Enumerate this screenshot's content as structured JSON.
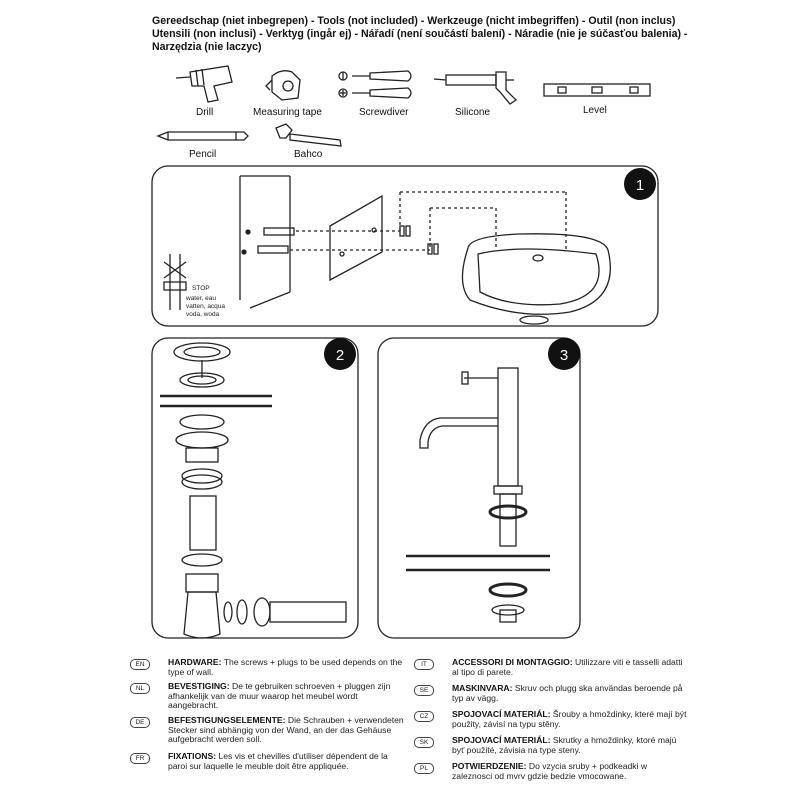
{
  "header": {
    "line1": "Gereedschap (niet inbegrepen) - Tools (not included) -  Werkzeuge (nicht imbegriffen) - Outil (non inclus)",
    "line2": "Utensili (non inclusi) - Verktyg (ingår ej) - Nářadí (není součástí balení) - Náradie (nie je súčasťou balenia) -",
    "line3": "Narzędzia (nie laczyc)"
  },
  "tools": [
    {
      "label": "Drill",
      "icon": "drill-icon"
    },
    {
      "label": "Measuring tape",
      "icon": "measuring-tape-icon"
    },
    {
      "label": "Screwdiver",
      "icon": "screwdriver-icon"
    },
    {
      "label": "Silicone",
      "icon": "silicone-gun-icon"
    },
    {
      "label": "Level",
      "icon": "level-icon"
    },
    {
      "label": "Pencil",
      "icon": "pencil-icon"
    },
    {
      "label": "Bahco",
      "icon": "wrench-icon"
    }
  ],
  "steps": {
    "one": "1",
    "two": "2",
    "three": "3"
  },
  "stop_note": {
    "stop": "STOP",
    "line1": "water, eau",
    "line2": "vatten, acqua",
    "line3": "voda, woda"
  },
  "legend": [
    {
      "code": "EN",
      "head": "HARDWARE:",
      "text": "The screws + plugs to be used depends on the type of wall."
    },
    {
      "code": "NL",
      "head": "BEVESTIGING:",
      "text": "De te gebruiken schroeven + pluggen zijn afhankelijk van de muur waarop het meubel wordt aangebracht."
    },
    {
      "code": "DE",
      "head": "BEFESTIGUNGSELEMENTE:",
      "text": "Die Schrauben + verwendeten Stecker sind abhängig von der Wand, an der das Gehäuse aufgebracht werden soll."
    },
    {
      "code": "FR",
      "head": "FIXATIONS:",
      "text": "Les vis et chevilles d'utiliser dépendent de la paroi sur laquelle le meuble doit être appliquée."
    },
    {
      "code": "IT",
      "head": "ACCESSORI DI MONTAGGIO:",
      "text": "Utilizzare viti e tasselli adatti al tipo di parete."
    },
    {
      "code": "SE",
      "head": "MASKINVARA:",
      "text": "Skruv och plugg ska användas beroende på typ av vägg."
    },
    {
      "code": "CZ",
      "head": "SPOJOVACÍ MATERIÁL:",
      "text": "Šrouby a hmoždinky, které mají být použity, závisí na typu stěny."
    },
    {
      "code": "SK",
      "head": "SPOJOVACÍ MATERIÁL:",
      "text": "Skrutky a hmoždinky, ktoré majú byť použité, závisia na type steny."
    },
    {
      "code": "PL",
      "head": "POTWIERDZENIE:",
      "text": "Do vzycia sruby + podkeadki w zaleznosci od mvrv gdzie bedzie vmocowane."
    }
  ]
}
